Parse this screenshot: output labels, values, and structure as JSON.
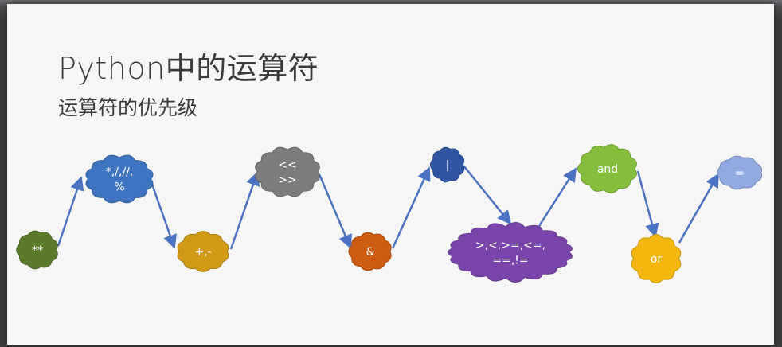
{
  "slide": {
    "title": "Python中的运算符",
    "subtitle": "运算符的优先级"
  },
  "nodes": [
    {
      "id": "power",
      "lines": [
        "**"
      ],
      "color": "#5a7a2c"
    },
    {
      "id": "mul-div",
      "lines": [
        "*,/,//,",
        "%"
      ],
      "color": "#3f74c0"
    },
    {
      "id": "add-sub",
      "lines": [
        "+,-"
      ],
      "color": "#d19a16"
    },
    {
      "id": "shift",
      "lines": [
        "<<",
        ">>"
      ],
      "color": "#7c7c7c"
    },
    {
      "id": "bit-and",
      "lines": [
        "&"
      ],
      "color": "#cc5d12"
    },
    {
      "id": "bit-or",
      "lines": [
        "|"
      ],
      "color": "#2f55a3"
    },
    {
      "id": "compare",
      "lines": [
        ">,<,>=,<=,",
        "==,!="
      ],
      "color": "#7945ab"
    },
    {
      "id": "and",
      "lines": [
        "and"
      ],
      "color": "#86bd3c"
    },
    {
      "id": "or",
      "lines": [
        "or"
      ],
      "color": "#f3b70e"
    },
    {
      "id": "assign",
      "lines": [
        "="
      ],
      "color": "#91a9df"
    }
  ],
  "arrow_color": "#4a72c2"
}
